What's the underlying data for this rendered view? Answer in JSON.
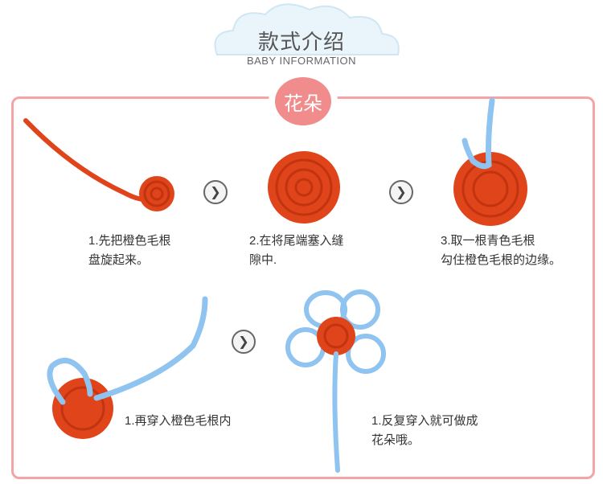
{
  "header": {
    "title": "款式介绍",
    "subtitle": "BABY INFORMATION",
    "badge": "花朵"
  },
  "colors": {
    "border": "#f4a4a4",
    "badge": "#f08c8c",
    "orange": "#e0441a",
    "blue": "#8fc3f0"
  },
  "arrow_icon": "chevron-right-icon",
  "steps": [
    {
      "line1": "1.先把橙色毛根",
      "line2": "盘旋起来。"
    },
    {
      "line1": "2.在将尾端塞入缝",
      "line2": "隙中."
    },
    {
      "line1": "3.取一根青色毛根",
      "line2": "勾住橙色毛根的边缘。"
    },
    {
      "line1": "1.再穿入橙色毛根内",
      "line2": ""
    },
    {
      "line1": "1.反复穿入就可做成",
      "line2": "花朵哦。"
    }
  ]
}
